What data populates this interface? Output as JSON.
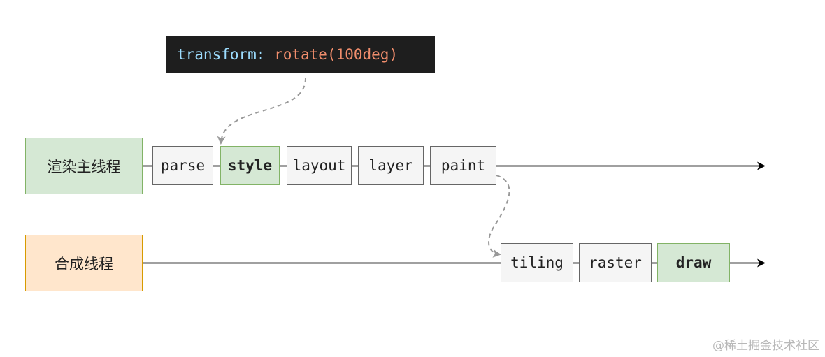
{
  "code": {
    "property": "transform:",
    "value": "rotate(100deg)"
  },
  "lanes": {
    "main": {
      "label": "渲染主线程",
      "steps": [
        "parse",
        "style",
        "layout",
        "layer",
        "paint"
      ]
    },
    "compositor": {
      "label": "合成线程",
      "steps": [
        "tiling",
        "raster",
        "draw"
      ]
    }
  },
  "highlighted_steps": [
    "style",
    "draw"
  ],
  "colors": {
    "main_lane_fill": "#d5e8d4",
    "main_lane_border": "#82b366",
    "compositor_lane_fill": "#ffe6cc",
    "compositor_lane_border": "#d79b00",
    "step_fill": "#f5f5f5",
    "step_border": "#666666",
    "code_background": "#1e1e1e",
    "connector_dashed": "#999999",
    "timeline": "#000000"
  },
  "watermark": "@稀土掘金技术社区"
}
